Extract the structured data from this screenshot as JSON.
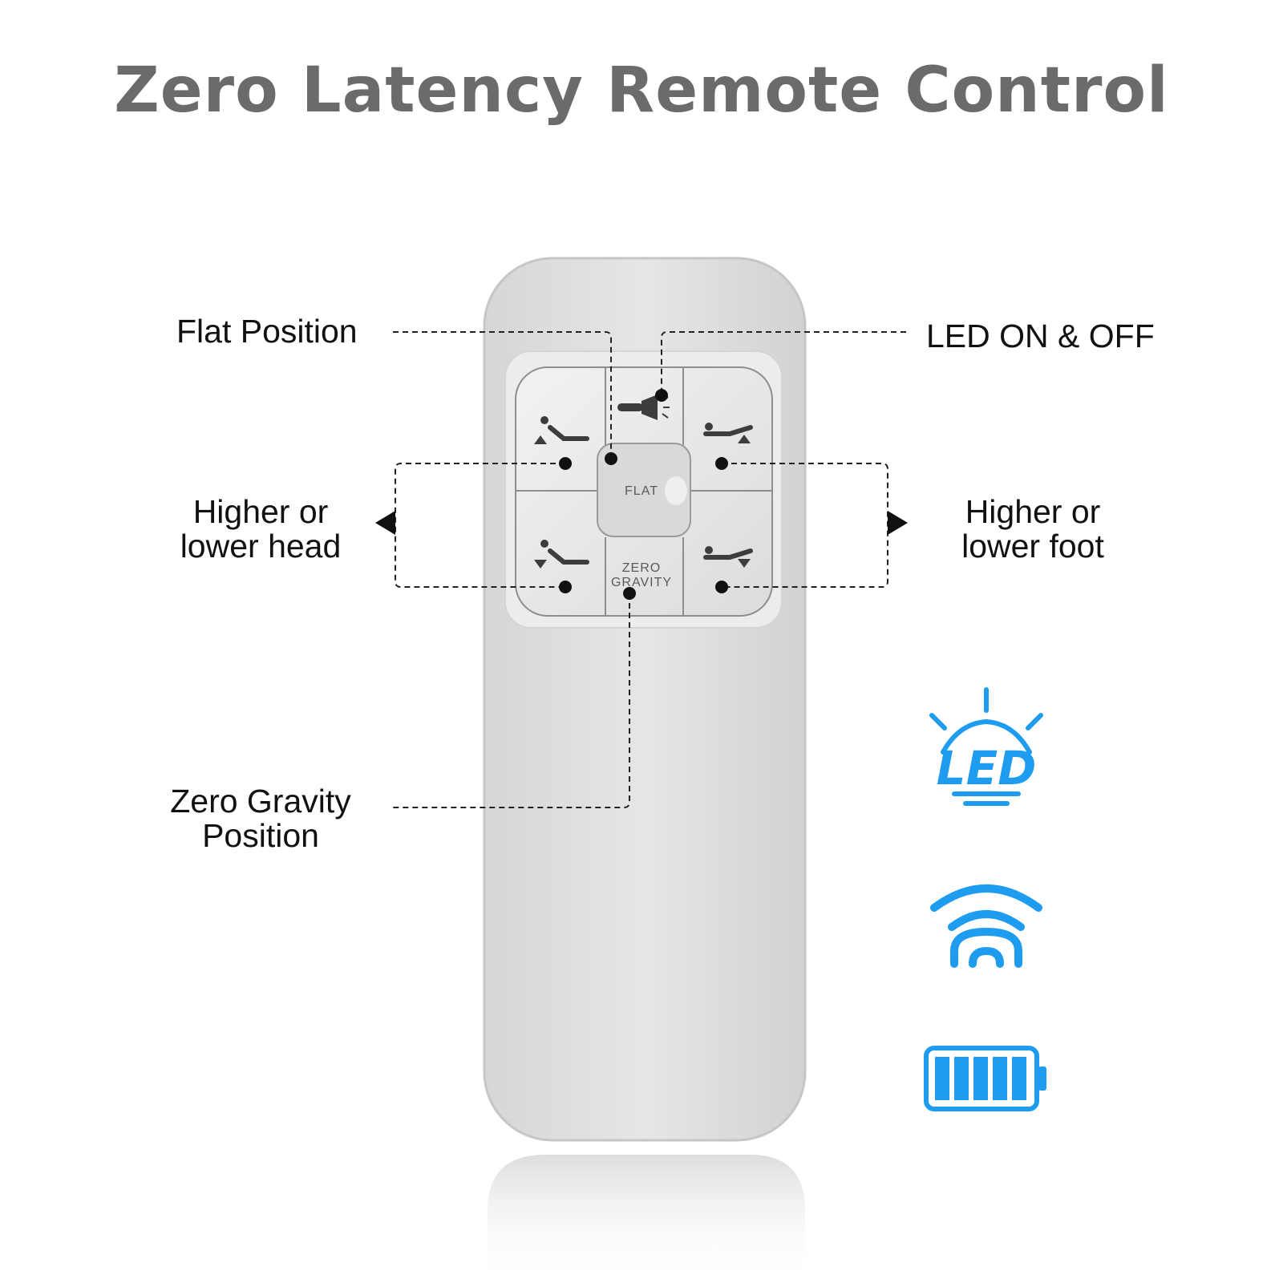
{
  "title": "Zero Latency Remote Control",
  "callouts": {
    "flat": "Flat Position",
    "led": "LED ON & OFF",
    "head": [
      "Higher or",
      "lower head"
    ],
    "foot": [
      "Higher or",
      "lower foot"
    ],
    "zero_gravity": [
      "Zero Gravity",
      "Position"
    ]
  },
  "remote": {
    "flat_key": "FLAT",
    "zero_key": [
      "ZERO",
      "GRAVITY"
    ]
  },
  "features": {
    "led_badge": "LED",
    "icons": [
      "led-light-icon",
      "wireless-signal-icon",
      "battery-full-icon"
    ]
  },
  "colors": {
    "accent": "#1e9cf0",
    "title": "#6b6b6b",
    "remote_body": "#e2e2e2",
    "remote_edge": "#c9c9c9"
  }
}
